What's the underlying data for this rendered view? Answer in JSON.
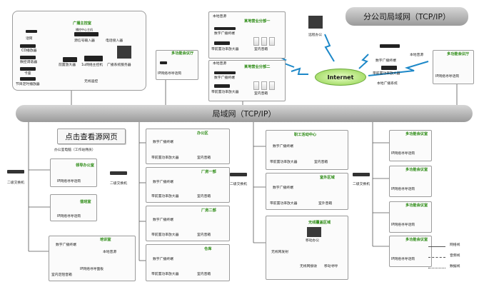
{
  "networks": {
    "lan": "局域网（TCP/IP）",
    "wan": "分公司局域网（TCP/IP）",
    "internet": "Internet"
  },
  "source_button": "点击查看源网页",
  "control_room": {
    "title": "广播主控室",
    "mic": "话筒",
    "cd": "CD播放器",
    "digital_tuner": "数控调谐器",
    "tape": "卡座",
    "timer": "节目定时播放器",
    "center_unit": "播控中心主机",
    "pre_amp": "前置放大器",
    "power_amp": "1u网络主控机",
    "remote": "无线遥控",
    "system_server": "广播系统服务器",
    "interface": "源信号输入器",
    "output": "电话接入器"
  },
  "remote_office": "远程办公",
  "top_areas": [
    {
      "title": "某地营业分部一",
      "local": "本地音源",
      "term": "数字广播终端",
      "amp": "带前置功率放大器",
      "spk": "室内音箱"
    },
    {
      "title": "某地营业分部二",
      "local": "本地音源",
      "term": "数字广播终端",
      "amp": "带前置功率放大器",
      "spk": "室内音箱"
    }
  ],
  "ip_ptt_left": "IP网络寻呼话筒",
  "multi_room": "多功能会议厅",
  "branch": {
    "local": "本地音源",
    "term": "数字广播终端",
    "amp": "带前置功率放大器",
    "spk": "本地广播系统"
  },
  "ip_ptt_right": "IP网络寻呼话筒",
  "left_column": {
    "office_pc": "办公室电脑（工作站佣员）",
    "switch": "二级交换机",
    "leaders": "领导办公室",
    "leaders_ptt": "IP网络寻呼话筒",
    "duty": "值班室",
    "duty_ptt": "IP网络寻呼话筒",
    "training": "培训室",
    "term": "数字广播终端",
    "local": "本地音源",
    "panel": "室内定阻音箱",
    "panel2": "IP网络寻呼面板"
  },
  "mid_switch": "二级交换机",
  "mid_areas": [
    {
      "title": "办公区",
      "term": "数字广播终端",
      "amp": "带前置功率放大器",
      "spk": "室内音箱"
    },
    {
      "title": "厂房一部",
      "term": "数字广播终端",
      "amp": "带前置功率放大器",
      "spk": "室内音箱"
    },
    {
      "title": "厂房二部",
      "term": "数字广播终端",
      "amp": "带前置功率放大器",
      "spk": "室内音箱"
    },
    {
      "title": "仓库",
      "term": "数字广播终端",
      "amp": "带前置功率放大器",
      "spk": "室内音箱"
    }
  ],
  "right_switch": "二级交换机",
  "right_areas": [
    {
      "title": "职工活动中心",
      "term": "数字广播终端",
      "amp": "带前置功率放大器",
      "spk": "室内音箱"
    },
    {
      "title": "室外区域",
      "term": "数字广播终端",
      "amp": "带前置功率放大器",
      "spk": "室外音箱"
    }
  ],
  "wireless": {
    "title": "无线覆盖区域",
    "laptop": "移动办公",
    "ap": "无线网发射",
    "router": "无线网接收",
    "mic": "移动寻呼"
  },
  "far_switch": "二级交换机",
  "meeting_rooms": [
    {
      "title": "多功能会议室",
      "ptt": "IP网络寻呼话筒"
    },
    {
      "title": "多功能会议室",
      "ptt": "IP网络寻呼话筒"
    },
    {
      "title": "多功能会议室",
      "ptt": "IP网络寻呼话筒"
    },
    {
      "title": "多功能会议室",
      "ptt": "IP网络寻呼话筒"
    }
  ],
  "legend": [
    "网络线",
    "音频线",
    "数据线"
  ]
}
